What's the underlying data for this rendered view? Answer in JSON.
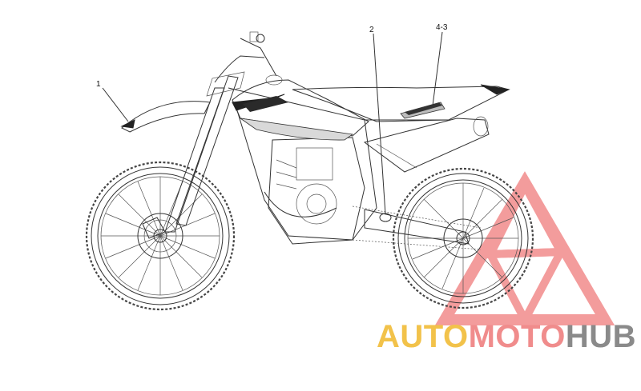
{
  "callouts": [
    {
      "id": "1",
      "label": "1"
    },
    {
      "id": "2",
      "label": "2"
    },
    {
      "id": "4-3",
      "label": "4-3"
    }
  ],
  "watermark": {
    "part1": "AUTO",
    "part2": "MOTO",
    "part3": "HUB",
    "colors": {
      "part1": "#f2c24a",
      "part2": "#f08c8c",
      "part3": "#8a8a8a",
      "triangle": "#f07c7c"
    }
  }
}
